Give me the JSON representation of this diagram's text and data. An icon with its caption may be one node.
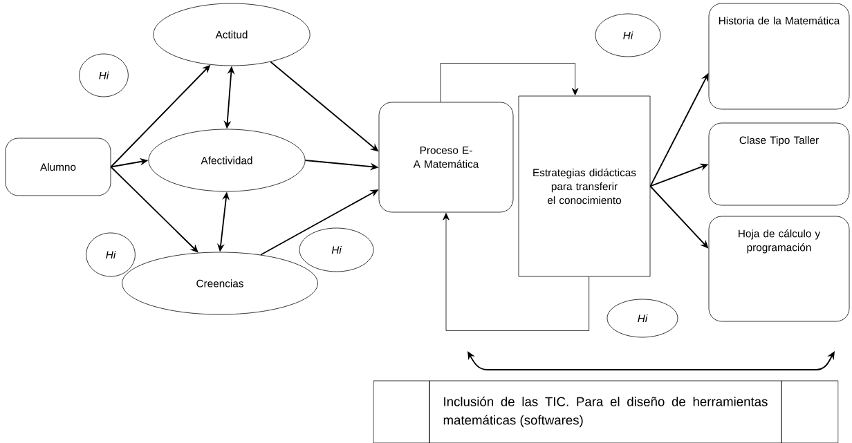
{
  "diagram": {
    "nodes": [
      {
        "text": [
          "Alumno"
        ]
      },
      {
        "text": [
          "Actitud"
        ]
      },
      {
        "text": [
          "Hi"
        ]
      },
      {
        "text": [
          "Afectividad"
        ]
      },
      {
        "text": [
          "Hi"
        ]
      },
      {
        "text": [
          "Creencias"
        ]
      },
      {
        "text": [
          "Hi"
        ]
      },
      {
        "text": [
          "Proceso E-A Matemática"
        ]
      },
      {
        "text": [
          "Estrategias didácticas para transferir el conocimiento"
        ]
      },
      {
        "text": [
          "Hi"
        ]
      },
      {
        "text": [
          "Hi"
        ]
      },
      {
        "text": [
          "Historia de la Matemática"
        ]
      },
      {
        "text": [
          "Clase Tipo Taller"
        ]
      },
      {
        "text": [
          "Hoja de cálculo y programación"
        ]
      },
      {
        "text": [
          "Inclusión de las TIC. Para el diseño de herramientas matemáticas (softwares)"
        ]
      }
    ],
    "edges": [
      {
        "from": 0,
        "to": 1,
        "arrow": "to"
      },
      {
        "from": 0,
        "to": 3,
        "arrow": "to"
      },
      {
        "from": 0,
        "to": 5,
        "arrow": "to"
      },
      {
        "from": 1,
        "to": 3,
        "arrow": "both"
      },
      {
        "from": 3,
        "to": 5,
        "arrow": "both"
      },
      {
        "from": 1,
        "to": 7,
        "arrow": "to"
      },
      {
        "from": 3,
        "to": 7,
        "arrow": "to"
      },
      {
        "from": 5,
        "to": 7,
        "arrow": "to"
      },
      {
        "from": 7,
        "to": 8,
        "arrow": "to"
      },
      {
        "from": 8,
        "to": 7,
        "arrow": "to"
      },
      {
        "from": 8,
        "to": 11,
        "arrow": "to"
      },
      {
        "from": 8,
        "to": 12,
        "arrow": "to"
      },
      {
        "from": 8,
        "to": 13,
        "arrow": "to"
      }
    ]
  }
}
